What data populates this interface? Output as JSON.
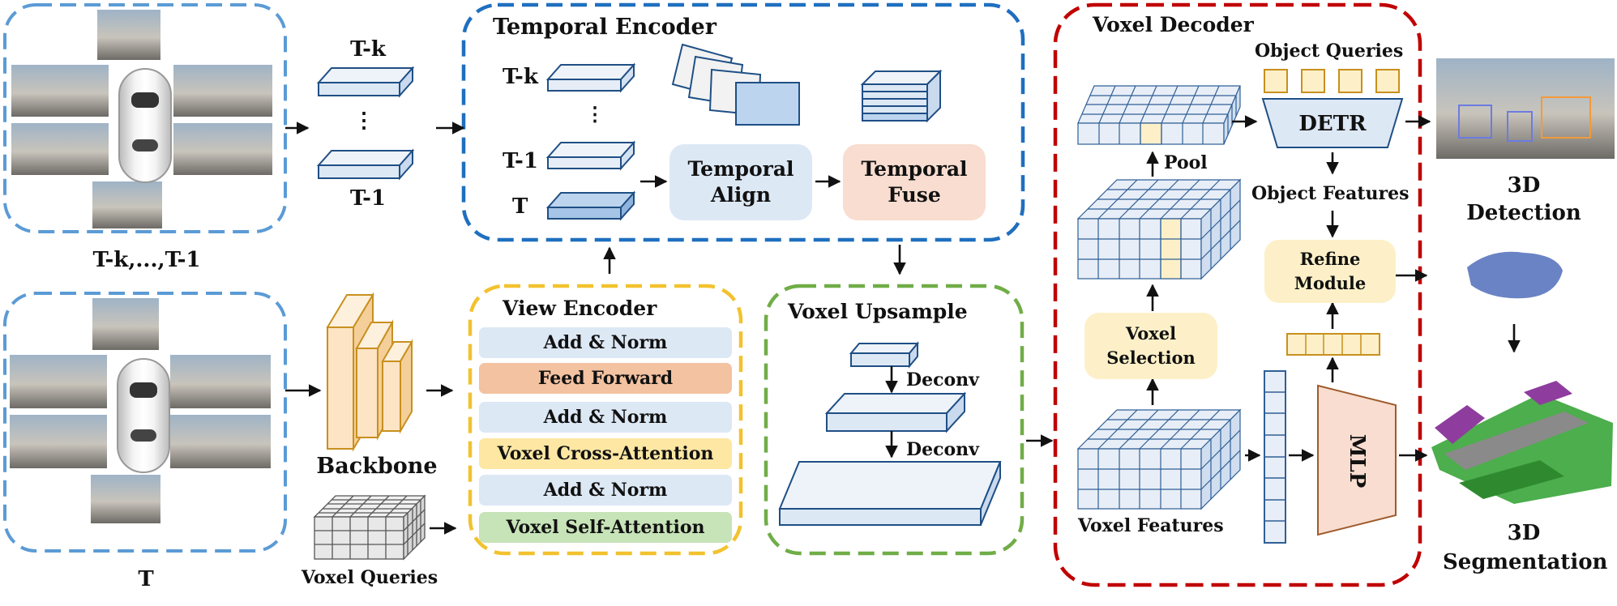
{
  "colors": {
    "blue_dash": "#5b9bd5",
    "encoder_dash": "#1f6fbf",
    "yellow_dash": "#f2c22e",
    "green_dash": "#70ad47",
    "red_dash": "#c00000",
    "light_blue": "#dde8f5",
    "peach": "#f8ddd0",
    "light_yellow": "#fdf0c8",
    "light_green": "#c7e3b8",
    "orange_layer": "#f3c2a1",
    "backbone": "#fce4c4"
  },
  "input_past": {
    "caption": "T-k,...,T-1"
  },
  "input_current": {
    "caption": "T"
  },
  "feature_stack": {
    "top": "T-k",
    "dots": "⋮",
    "bottom": "T-1"
  },
  "backbone": {
    "label": "Backbone"
  },
  "voxel_queries": {
    "label": "Voxel Queries"
  },
  "temporal_encoder": {
    "title": "Temporal Encoder",
    "row_tk": "T-k",
    "dots": "⋮",
    "row_t1": "T-1",
    "row_t": "T",
    "align_line1": "Temporal",
    "align_line2": "Align",
    "fuse_line1": "Temporal",
    "fuse_line2": "Fuse"
  },
  "view_encoder": {
    "title": "View Encoder",
    "layers": [
      "Add & Norm",
      "Feed Forward",
      "Add & Norm",
      "Voxel Cross-Attention",
      "Add & Norm",
      "Voxel Self-Attention"
    ]
  },
  "voxel_upsample": {
    "title": "Voxel Upsample",
    "deconv1": "Deconv",
    "deconv2": "Deconv"
  },
  "voxel_decoder": {
    "title": "Voxel Decoder",
    "object_queries": "Object Queries",
    "detr": "DETR",
    "object_features": "Object Features",
    "pool": "Pool",
    "selection_line1": "Voxel",
    "selection_line2": "Selection",
    "refine_line1": "Refine",
    "refine_line2": "Module",
    "mlp": "MLP",
    "voxel_features": "Voxel Features"
  },
  "outputs": {
    "detection_line1": "3D",
    "detection_line2": "Detection",
    "segmentation_line1": "3D",
    "segmentation_line2": "Segmentation"
  }
}
